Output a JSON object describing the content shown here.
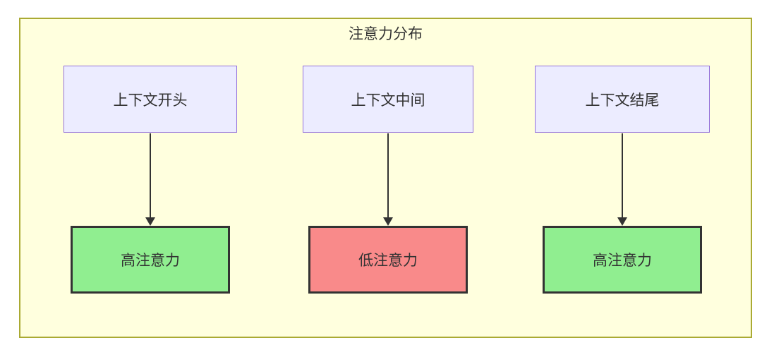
{
  "diagram": {
    "title": "注意力分布",
    "colors": {
      "frame_fill": "#ffffde",
      "frame_border": "#aaaa33",
      "context_node_fill": "#ececff",
      "context_node_border": "#9370db",
      "high_attention_fill": "#90ee90",
      "low_attention_fill": "#f98a8a",
      "result_node_border": "#333333",
      "arrow": "#333333",
      "text": "#333333"
    },
    "columns": [
      {
        "source": "上下文开头",
        "target": "高注意力",
        "level": "high"
      },
      {
        "source": "上下文中间",
        "target": "低注意力",
        "level": "low"
      },
      {
        "source": "上下文结尾",
        "target": "高注意力",
        "level": "high"
      }
    ]
  }
}
